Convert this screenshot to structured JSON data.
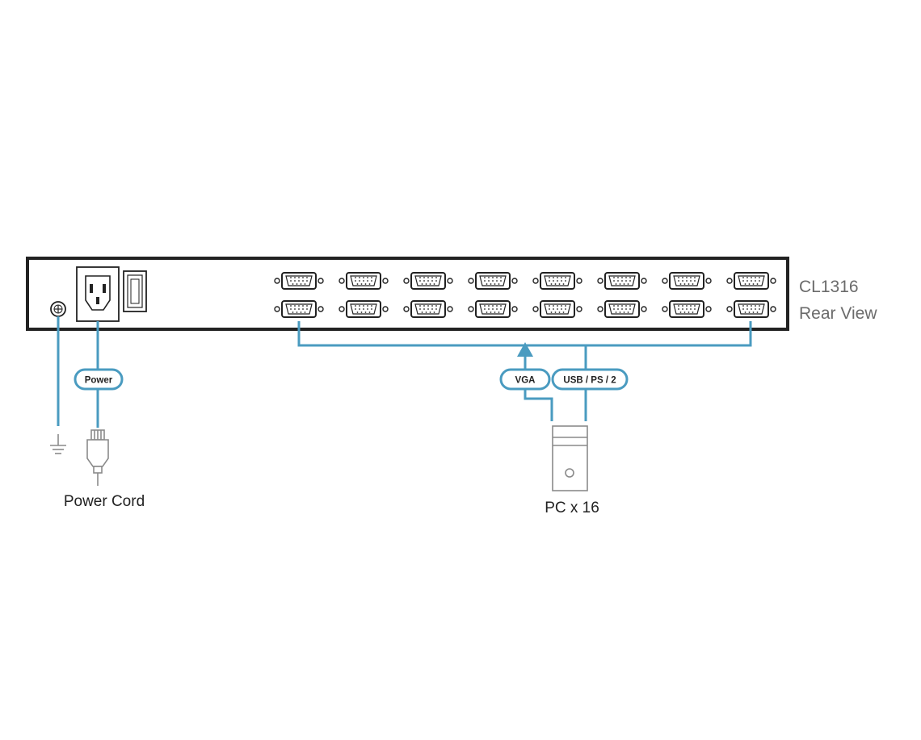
{
  "device": {
    "model": "CL1316",
    "view": "Rear View"
  },
  "labels": {
    "power": "Power",
    "vga": "VGA",
    "usb_ps2": "USB / PS / 2",
    "power_cord": "Power Cord",
    "pc": "PC x 16"
  },
  "colors": {
    "cable": "#4a9bc0",
    "panel_outline": "#222222",
    "icon_gray": "#8a8a8a"
  },
  "icons": [
    "ground-screw-icon",
    "power-socket-icon",
    "power-switch-icon",
    "vga-port-icon",
    "ground-symbol-icon",
    "power-plug-icon",
    "pc-tower-icon",
    "arrow-up-icon"
  ],
  "ports": {
    "rows": 2,
    "columns": 8
  }
}
